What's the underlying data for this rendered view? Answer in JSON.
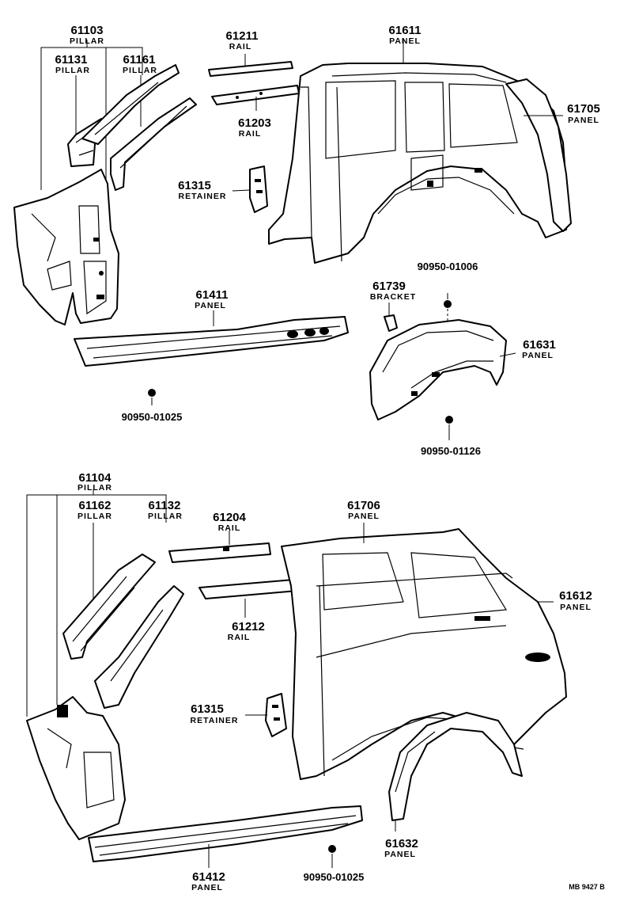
{
  "labels": {
    "p61103": {
      "num": "61103",
      "text": "PILLAR"
    },
    "p61131": {
      "num": "61131",
      "text": "PILLAR"
    },
    "p61161": {
      "num": "61161",
      "text": "PILLAR"
    },
    "p61211": {
      "num": "61211",
      "text": "RAIL"
    },
    "p61611": {
      "num": "61611",
      "text": "PANEL"
    },
    "p61705": {
      "num": "61705",
      "text": "PANEL"
    },
    "p61203": {
      "num": "61203",
      "text": "RAIL"
    },
    "p61315a": {
      "num": "61315",
      "text": "RETAINER"
    },
    "p90950_01006": {
      "num": "90950-01006"
    },
    "p61739": {
      "num": "61739",
      "text": "BRACKET"
    },
    "p61411": {
      "num": "61411",
      "text": "PANEL"
    },
    "p61631": {
      "num": "61631",
      "text": "PANEL"
    },
    "p90950_01025a": {
      "num": "90950-01025"
    },
    "p90950_01126": {
      "num": "90950-01126"
    },
    "p61104": {
      "num": "61104",
      "text": "PILLAR"
    },
    "p61162": {
      "num": "61162",
      "text": "PILLAR"
    },
    "p61132": {
      "num": "61132",
      "text": "PILLAR"
    },
    "p61204": {
      "num": "61204",
      "text": "RAIL"
    },
    "p61706": {
      "num": "61706",
      "text": "PANEL"
    },
    "p61612": {
      "num": "61612",
      "text": "PANEL"
    },
    "p61212": {
      "num": "61212",
      "text": "RAIL"
    },
    "p61315b": {
      "num": "61315",
      "text": "RETAINER"
    },
    "p61412": {
      "num": "61412",
      "text": "PANEL"
    },
    "p90950_01025b": {
      "num": "90950-01025"
    },
    "p61632": {
      "num": "61632",
      "text": "PANEL"
    }
  },
  "ref_code": "MB 9427 B"
}
